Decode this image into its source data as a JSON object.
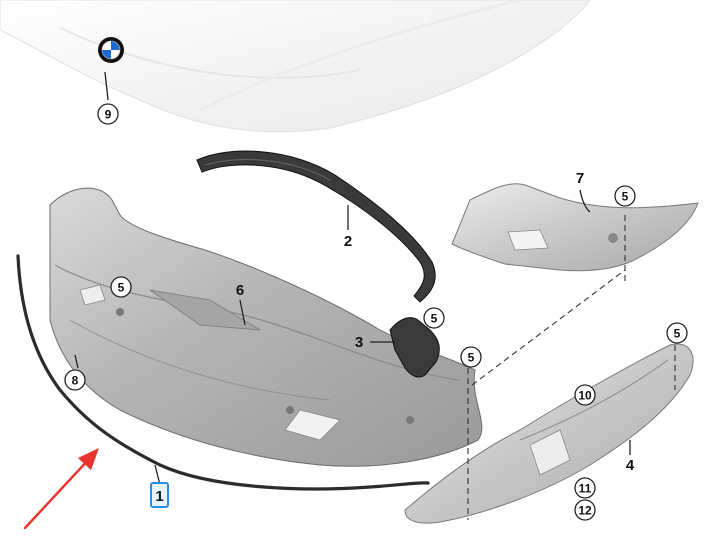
{
  "brand": {
    "logo_colors": {
      "blue": "#1c69d4",
      "white": "#ffffff",
      "ring": "#111111"
    }
  },
  "callouts": {
    "p1": "1",
    "p2": "2",
    "p3": "3",
    "p4": "4",
    "p5a": "5",
    "p5b": "5",
    "p5c": "5",
    "p5d": "5",
    "p5e": "5",
    "p6": "6",
    "p7": "7",
    "p8": "8",
    "p9": "9",
    "p10": "10",
    "p11": "11",
    "p12": "12"
  },
  "highlight": {
    "selected_callout": "1",
    "color": "#2a8ee8"
  },
  "annotation": {
    "arrow_color": "#e8342c"
  }
}
